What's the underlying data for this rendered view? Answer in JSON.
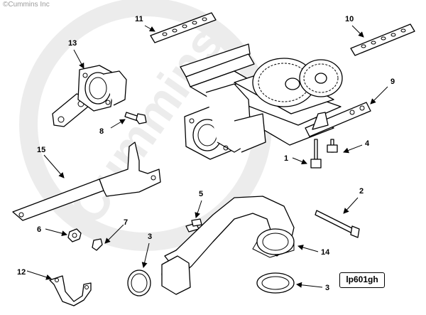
{
  "copyright": "©Cummins Inc",
  "watermark": "Cummins",
  "figure_id": "lp601gh",
  "callouts": [
    "1",
    "2",
    "3",
    "3",
    "4",
    "5",
    "6",
    "7",
    "8",
    "9",
    "10",
    "11",
    "12",
    "13",
    "14",
    "15"
  ]
}
